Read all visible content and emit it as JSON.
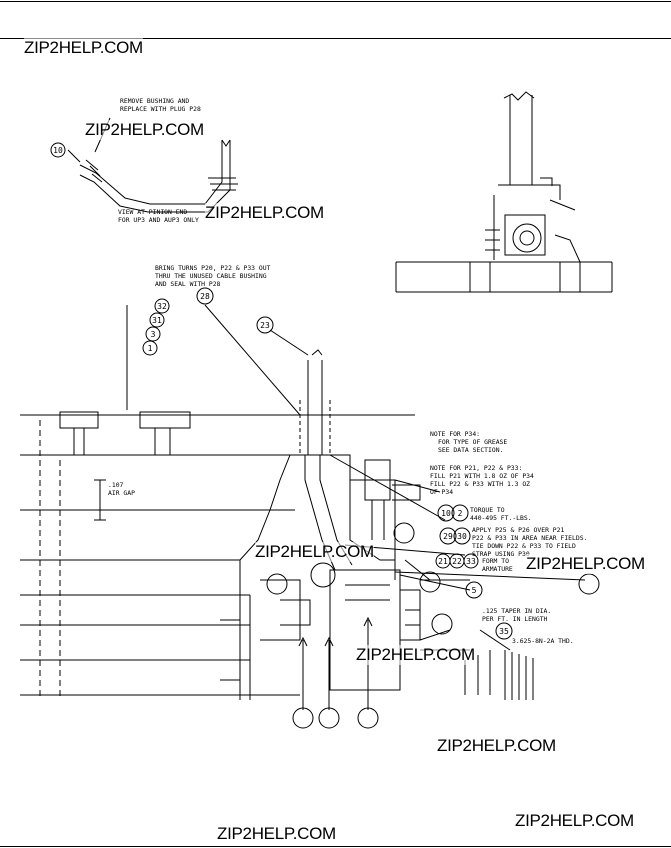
{
  "header": {
    "watermark_top": "ZIP2HELP.COM"
  },
  "watermarks": [
    "ZIP2HELP.COM",
    "ZIP2HELP.COM",
    "ZIP2HELP.COM",
    "ZIP2HELP.COM",
    "ZIP2HELP.COM",
    "ZIP2HELP.COM",
    "ZIP2HELP.COM",
    "ZIP2HELP.COM"
  ],
  "notes": {
    "remove_bushing": [
      "REMOVE BUSHING AND",
      "REPLACE WITH PLUG P28"
    ],
    "view_pinion": [
      "VIEW AT PINION END",
      "FOR UP3 AND AUP3 ONLY"
    ],
    "bring_turns": [
      "BRING TURNS P20, P22 & P33 OUT",
      "THRU THE UNUSED CABLE BUSHING",
      "AND SEAL WITH P28"
    ],
    "air_gap": [
      ".107",
      "AIR GAP"
    ],
    "grease": [
      "NOTE FOR P34:",
      "FOR TYPE OF GREASE",
      "SEE DATA SECTION."
    ],
    "fill": [
      "NOTE FOR P21, P22 & P33:",
      "FILL P21 WITH 1.8 OZ OF P34",
      "FILL P22 & P33 WITH 1.3 OZ",
      "OF P34"
    ],
    "torque": [
      "TORQUE TO",
      "440-495 FT.-LBS."
    ],
    "apply": [
      "APPLY P25 & P26 OVER P21",
      "P22 & P33 IN AREA NEAR FIELDS.",
      "TIE DOWN P22 & P33 TO FIELD",
      "STRAP USING P30"
    ],
    "form": [
      "FORM TO",
      "ARMATURE"
    ],
    "taper": [
      ".125 TAPER IN DIA.",
      "PER FT. IN LENGTH"
    ],
    "thread": [
      "3.625-8N-2A THD."
    ]
  },
  "callouts": {
    "c10a": "10",
    "c28": "28",
    "c23": "23",
    "c32": "32",
    "c31": "31",
    "c3": "3",
    "c1": "1",
    "c10b": "10",
    "c2": "2",
    "c29": "29",
    "c30": "30",
    "c21": "21",
    "c22": "22",
    "c33": "33",
    "c5": "5",
    "c35": "35"
  }
}
